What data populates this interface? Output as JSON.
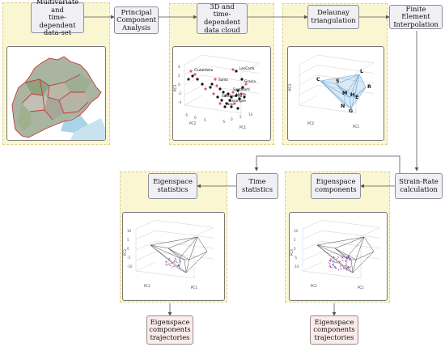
{
  "nodes": {
    "dataset": "Multivariate and\ntime-dependent\ndata-set",
    "pca": "Principal\nComponent\nAnalysis",
    "cloud": "3D and\ntime-dependent\ndata cloud",
    "delaunay": "Delaunay\ntriangulation",
    "fei": "Finite Element\nInterpolation",
    "strain": "Strain-Rate\ncalculation",
    "eig_components": "Eigenspace\ncomponents",
    "time_stats": "Time\nstatistics",
    "eig_stats": "Eigenspace\nstatistics",
    "traj_left": "Eigenspace\ncomponents\ntrajectories",
    "traj_right": "Eigenspace\ncomponents\ntrajectories"
  },
  "cloud_plot": {
    "labels": [
      "CiutatVella",
      "LesCorts",
      "Sants",
      "Gracia",
      "SantMarti",
      "Horta",
      "SantAndreu",
      "Eixample",
      "Nou"
    ],
    "axes": [
      "PC1",
      "PC2",
      "PC3"
    ],
    "ticks_pc3": [
      "4",
      "2",
      "0",
      "-2",
      "-4"
    ],
    "ticks_pc2": [
      "-5",
      "0",
      "5"
    ],
    "ticks_pc1": [
      "-5",
      "0",
      "5",
      "10"
    ]
  },
  "delaunay_plot": {
    "vertices": [
      "C",
      "S",
      "L",
      "R",
      "M",
      "H",
      "E",
      "N",
      "G"
    ],
    "axes": [
      "PC1",
      "PC2",
      "PC3"
    ]
  },
  "eig_plots": {
    "axes": [
      "PC1",
      "PC2",
      "PC3"
    ],
    "ticks": [
      "10",
      "5",
      "0",
      "-5",
      "-10"
    ]
  },
  "colors": {
    "panel": "#fbf6d2",
    "panel_border": "#d9cf8a",
    "box": "#f0f0f4",
    "box_out": "#fbeceb",
    "arrow": "#555555",
    "mesh": "#6aa6d6"
  }
}
